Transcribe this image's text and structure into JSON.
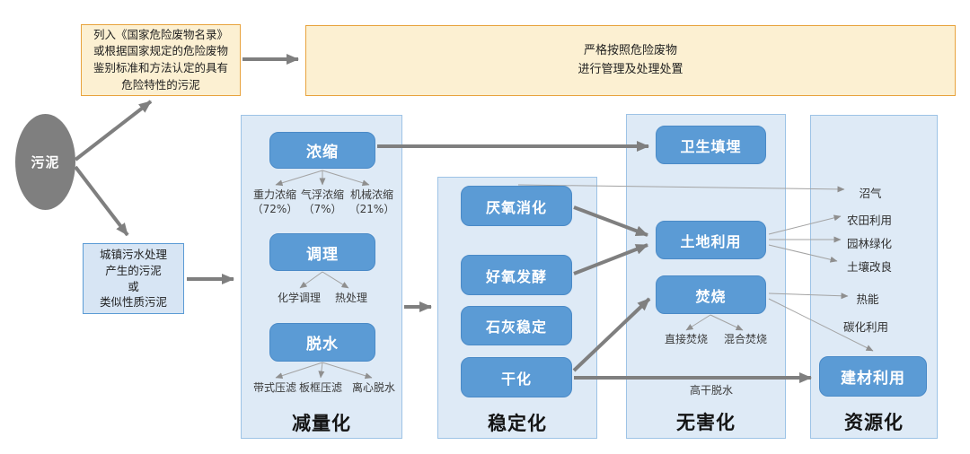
{
  "source_node": {
    "label": "污泥"
  },
  "hazardous_sludge_box": {
    "lines": [
      "列入《国家危险废物名录》",
      "或根据国家规定的危险废物",
      "鉴别标准和方法认定的具有",
      "危险特性的污泥"
    ]
  },
  "hazardous_handling_box": {
    "lines": [
      "严格按照危险废物",
      "进行管理及处理处置"
    ]
  },
  "municipal_sludge_box": {
    "lines": [
      "城镇污水处理",
      "产生的污泥",
      "或",
      "类似性质污泥"
    ]
  },
  "reduction": {
    "category_label": "减量化",
    "thickening": {
      "label": "浓缩",
      "methods": [
        {
          "name": "重力浓缩",
          "pct": "（72%）"
        },
        {
          "name": "气浮浓缩",
          "pct": "（7%）"
        },
        {
          "name": "机械浓缩",
          "pct": "（21%）"
        }
      ]
    },
    "conditioning": {
      "label": "调理",
      "methods": [
        {
          "name": "化学调理"
        },
        {
          "name": "热处理"
        }
      ]
    },
    "dewatering": {
      "label": "脱水",
      "methods": [
        {
          "name": "带式压滤"
        },
        {
          "name": "板框压滤"
        },
        {
          "name": "离心脱水"
        }
      ]
    }
  },
  "stabilization": {
    "category_label": "稳定化",
    "anaerobic_digestion": "厌氧消化",
    "aerobic_fermentation": "好氧发酵",
    "lime_stabilization": "石灰稳定",
    "drying": "干化"
  },
  "harmless": {
    "category_label": "无害化",
    "sanitary_landfill": "卫生填埋",
    "land_use": "土地利用",
    "incineration": "焚烧",
    "incineration_methods": [
      {
        "name": "直接焚烧"
      },
      {
        "name": "混合焚烧"
      }
    ],
    "high_dry_dewatering_label": "高干脱水"
  },
  "resource": {
    "category_label": "资源化",
    "items": [
      {
        "name": "沼气"
      },
      {
        "name": "农田利用"
      },
      {
        "name": "园林绿化"
      },
      {
        "name": "土壤改良"
      },
      {
        "name": "热能"
      },
      {
        "name": "碳化利用"
      }
    ],
    "building_material_use": "建材利用"
  },
  "colors": {
    "process_blue": "#5B9BD5",
    "panel_fill": "#DEEAF6",
    "panel_border": "#9DC3E6",
    "arrow_gray": "#7F7F7F",
    "thin_line_gray": "#A3A3A3",
    "note_fill": "#FCF0D2",
    "note_border": "#E8A33D"
  }
}
